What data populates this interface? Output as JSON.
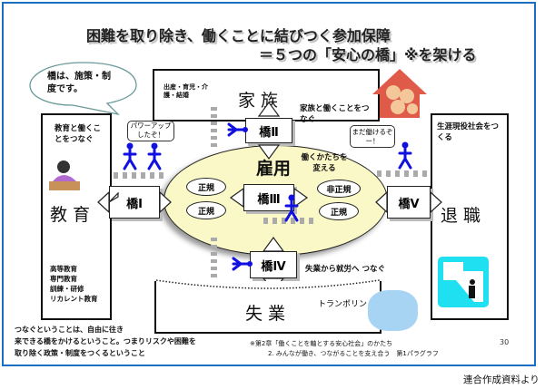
{
  "title_line1": "困難を取り除き、働くことに結びつく参加保障",
  "title_line2": "＝５つの「安心の橋」※を架ける",
  "speech_bubble": "橋は、施策・制度です。",
  "family": {
    "label": "家族",
    "note": "出産・育児・介護・結婚",
    "connect": "家族と働くことをつなぐ"
  },
  "education": {
    "label": "教育",
    "connect": "教育と働くことをつなぐ",
    "items": [
      "高等教育",
      "専門教育",
      "訓練・研修",
      "リカレント教育"
    ]
  },
  "retirement": {
    "label": "退職",
    "connect": "生涯現役社会をつくる"
  },
  "employment": {
    "label": "雇用",
    "connect": "働くかたちを変える",
    "ovals": [
      "正規",
      "正規",
      "非正規",
      "正規"
    ]
  },
  "unemployment": {
    "label": "失業",
    "connect": "失業から就労へ つなぐ",
    "trampoline": "トランポリン"
  },
  "bridges": [
    "橋Ⅰ",
    "橋Ⅱ",
    "橋Ⅲ",
    "橋Ⅳ",
    "橋Ⅴ"
  ],
  "bubble_power": "パワーアップしたぞ！",
  "bubble_still": "まだ働けるぞー！",
  "explanation": [
    "つなぐということは、自由に往き",
    "来できる橋をかけるということ。つまりリスクや困難を",
    "取り除く政策・制度をつくるということ"
  ],
  "footnote": [
    "※第2章「働くことを軸とする安心社会」のかたち",
    "2. みんなが働き、つながることを支え合う　第1パラグラフ"
  ],
  "page_number": "30",
  "source": "連合作成資料より",
  "colors": {
    "frame": "#1b6fc2",
    "ellipse": "#fbf8c8",
    "figure": "#1010e0"
  }
}
